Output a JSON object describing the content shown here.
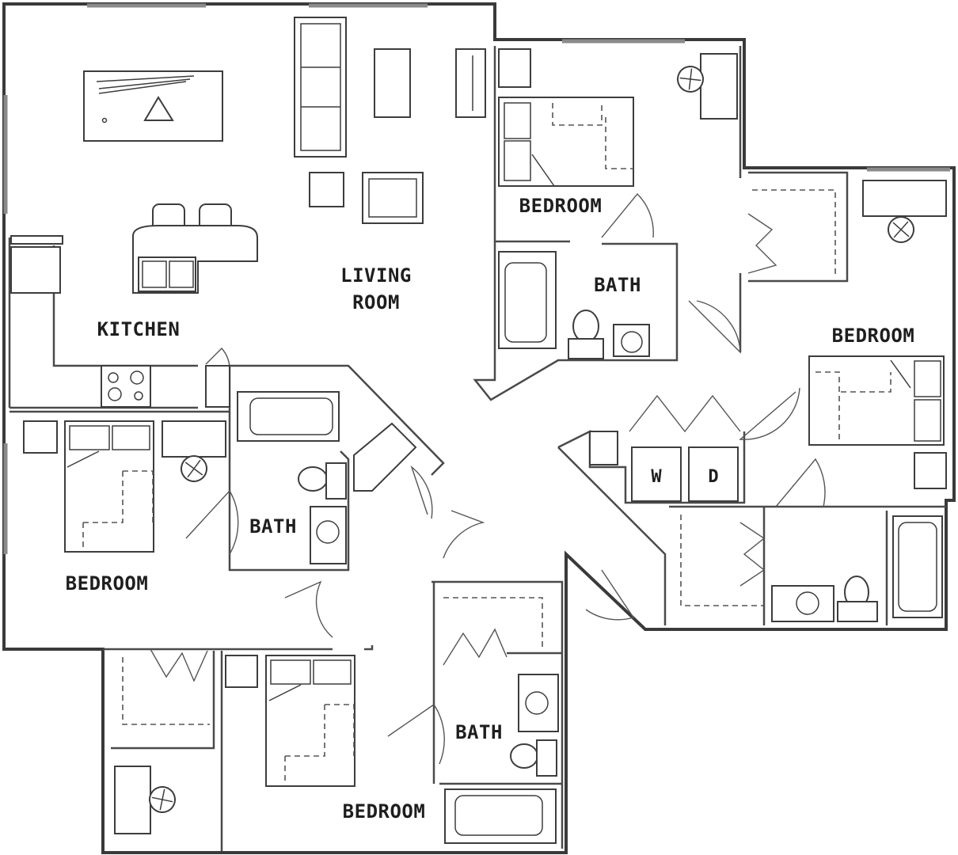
{
  "labels": {
    "kitchen": "KITCHEN",
    "living_line1": "LIVING",
    "living_line2": "ROOM",
    "bath_top": "BATH",
    "bath_mid_left": "BATH",
    "bath_bottom": "BATH",
    "bedroom_top": "BEDROOM",
    "bedroom_right": "BEDROOM",
    "bedroom_left": "BEDROOM",
    "bedroom_bottom": "BEDROOM",
    "washer": "W",
    "dryer": "D"
  },
  "icons": [
    "desk-chair-icon",
    "sink-icon",
    "toilet-icon",
    "bathtub-icon",
    "stove-icon",
    "sofa-icon",
    "bed-icon"
  ],
  "colors": {
    "wall": "#3a3a3a",
    "window": "#8a8a8a",
    "background": "#ffffff"
  }
}
